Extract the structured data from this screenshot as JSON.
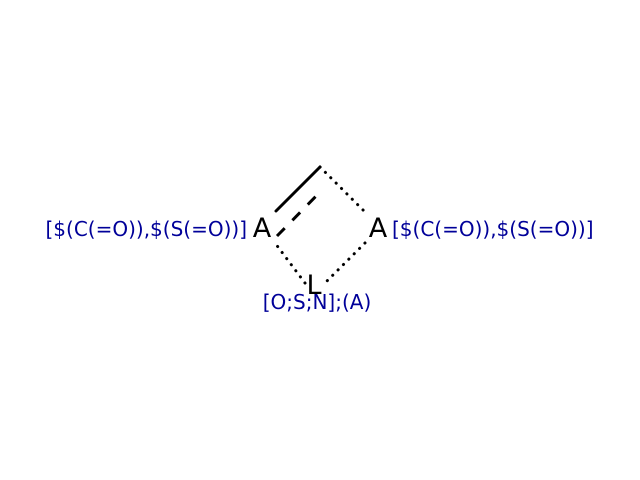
{
  "colors": {
    "background": "#ffffff",
    "bond": "#000000",
    "atom_symbol": "#000000",
    "query_label": "#000099"
  },
  "atoms": [
    {
      "id": "atom-left",
      "symbol": "A",
      "query": "[$(C(=O)),$(S(=O))]"
    },
    {
      "id": "atom-right",
      "symbol": "A",
      "query": "[$(C(=O)),$(S(=O))]"
    },
    {
      "id": "atom-bottom",
      "symbol": "L",
      "query": "[O;S;N];(A)"
    }
  ],
  "bonds": [
    {
      "id": "bond-left-top",
      "style": "double-solid-dashed"
    },
    {
      "id": "bond-top-right",
      "style": "dotted"
    },
    {
      "id": "bond-right-bottom",
      "style": "dotted"
    },
    {
      "id": "bond-bottom-left",
      "style": "dotted"
    }
  ]
}
